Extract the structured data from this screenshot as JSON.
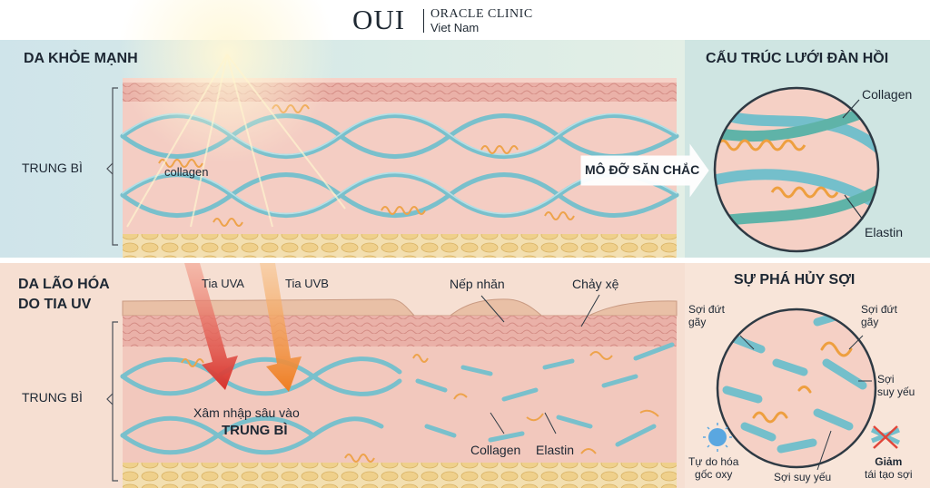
{
  "header": {
    "logo_mark": "OUI",
    "logo_line1": "ORACLE CLINIC",
    "logo_line2": "Viet Nam"
  },
  "top_left": {
    "title": "DA KHỎE MẠNH",
    "layer_label": "TRUNG BÌ",
    "fiber_label": "collagen",
    "support_label": "MÔ ĐỠ SĂN CHẮC"
  },
  "top_right": {
    "title": "CẤU TRÚC LƯỚI ĐÀN HỒI",
    "collagen_label": "Collagen",
    "elastin_label": "Elastin"
  },
  "bottom_left": {
    "title_line1": "DA LÃO HÓA",
    "title_line2": "DO TIA UV",
    "layer_label": "TRUNG BÌ",
    "uva_label": "Tia UVA",
    "uvb_label": "Tia UVB",
    "wrinkle_label": "Nếp nhăn",
    "sagging_label": "Chảy xệ",
    "penetrate_line1": "Xâm nhập sâu vào",
    "penetrate_line2": "TRUNG BÌ",
    "collagen_label": "Collagen",
    "elastin_label": "Elastin"
  },
  "bottom_right": {
    "title": "SỰ PHÁ HỦY SỢI",
    "broken_left_1": "Sợi đứt",
    "broken_left_2": "gãy",
    "broken_right_1": "Sợi đứt",
    "broken_right_2": "gãy",
    "weak_right_1": "Sợi",
    "weak_right_2": "suy yếu",
    "radical_1": "Tự do hóa",
    "radical_2": "gốc oxy",
    "weak_bottom": "Sợi suy yếu",
    "reduce_1": "Giảm",
    "reduce_2": "tái tạo sợi"
  },
  "colors": {
    "collagen": "#7fc4cf",
    "elastin": "#efa54b",
    "dermis": "#f3c9bf",
    "fat": "#f1d79a",
    "uva_arrow": "#e0463a",
    "uvb_arrow": "#f08a2c"
  }
}
